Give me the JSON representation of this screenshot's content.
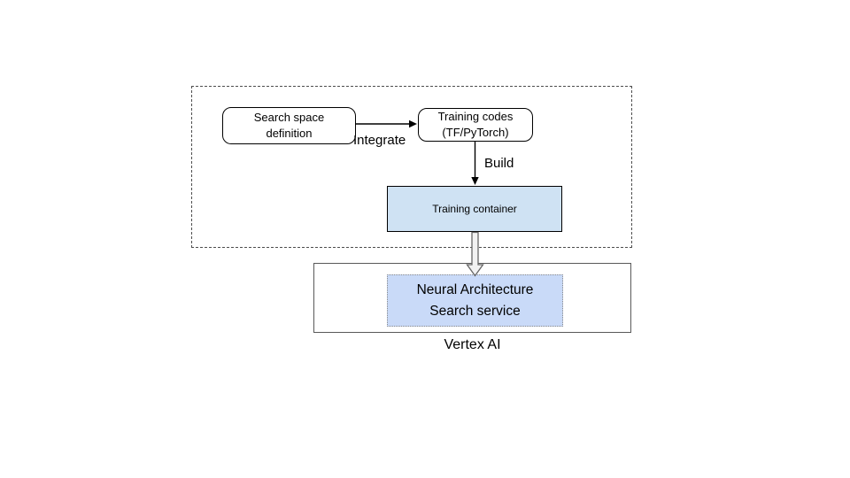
{
  "diagram": {
    "dev_group": {
      "search_space_box": {
        "label": "Search space\ndefinition"
      },
      "training_codes_box": {
        "label": "Training codes\n(TF/PyTorch)"
      },
      "integrate_arrow_label": "Integrate",
      "build_arrow_label": "Build",
      "training_container_box": {
        "label": "Training container"
      }
    },
    "vertex_group": {
      "nas_service_box": {
        "label": "Neural Architecture\nSearch service"
      },
      "caption": "Vertex AI"
    },
    "colors": {
      "training_container_fill": "#cfe2f3",
      "nas_service_fill": "#c9daf8",
      "node_border": "#000000",
      "group_border": "#595959",
      "dashed_group_border": "#4d4d4d",
      "big_arrow_fill": "#f2f2f2",
      "big_arrow_stroke": "#666666",
      "arrow_stroke": "#000000",
      "background": "#ffffff"
    }
  }
}
